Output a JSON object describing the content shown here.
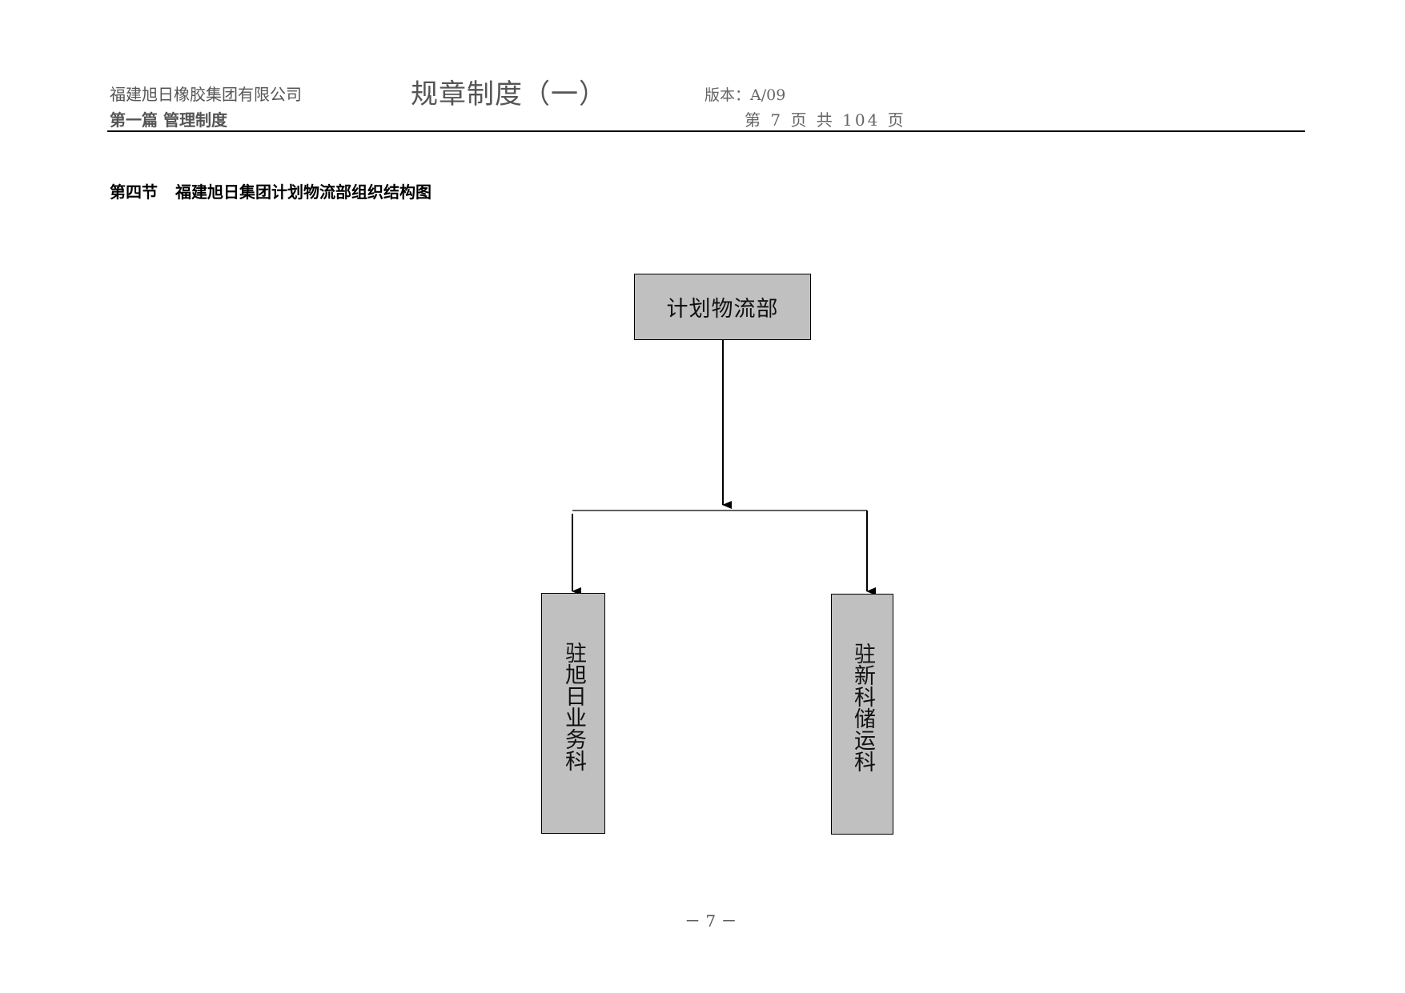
{
  "header": {
    "company": "福建旭日橡胶集团有限公司",
    "doc_title": "规章制度（一）",
    "version": "版本：A/09",
    "part": "第一篇 管理制度",
    "page_info": "第 7 页 共 104 页"
  },
  "section": {
    "number": "第四节",
    "title": "福建旭日集团计划物流部组织结构图"
  },
  "org_chart": {
    "root": "计划物流部",
    "children": [
      "驻旭日业务科",
      "驻新科储运科"
    ]
  },
  "footer": {
    "page_number": "－ 7 －"
  }
}
